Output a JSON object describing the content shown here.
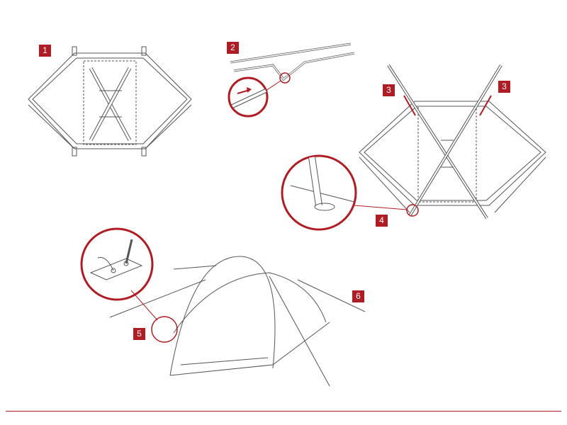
{
  "steps": {
    "step1": "1",
    "step2": "2",
    "step3a": "3",
    "step3b": "3",
    "step4": "4",
    "step5": "5",
    "step6": "6"
  },
  "colors": {
    "accent": "#b01c24",
    "line": "#555555"
  }
}
